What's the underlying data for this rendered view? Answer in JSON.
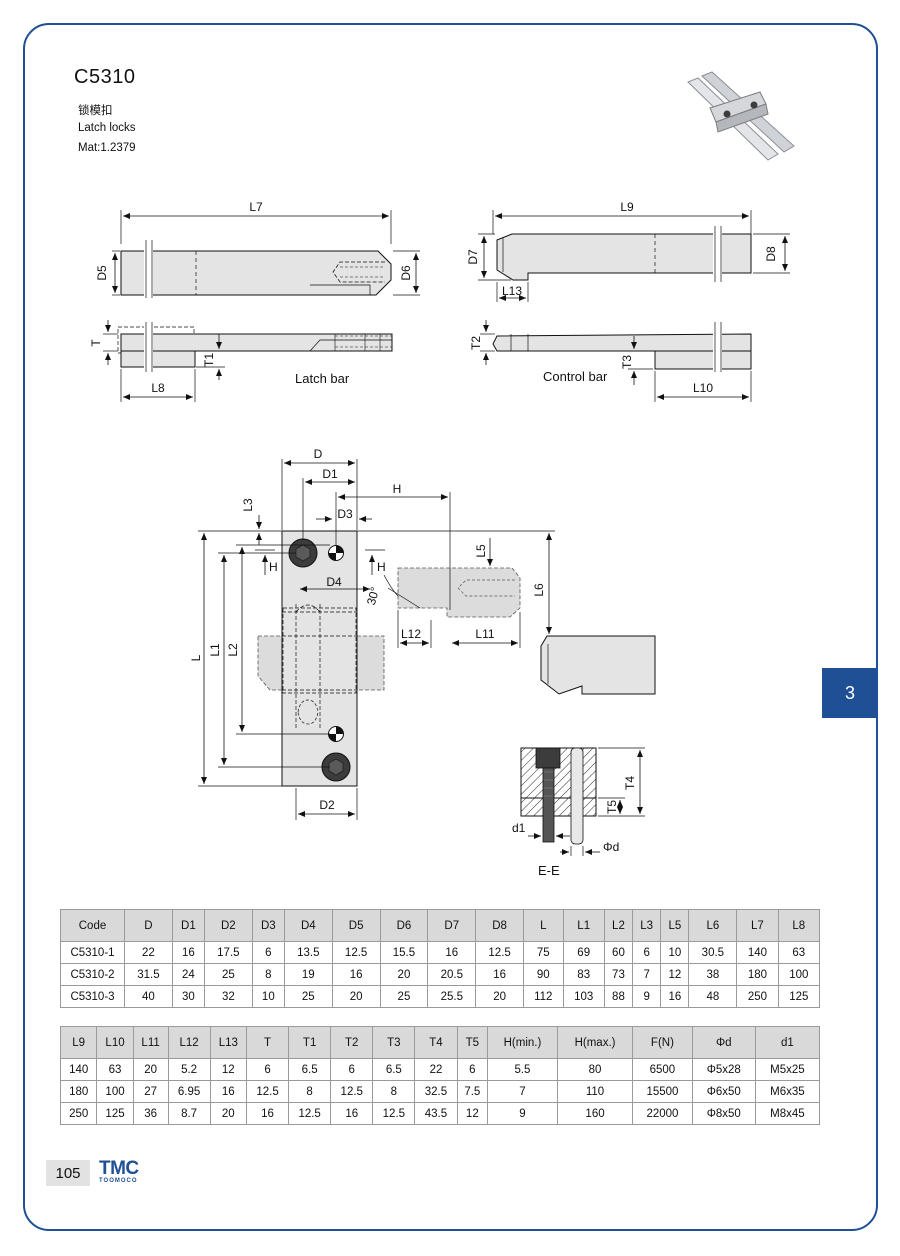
{
  "header": {
    "code": "C5310",
    "name_cn": "锁模扣",
    "name_en": "Latch locks",
    "material": "Mat:1.2379"
  },
  "section_tab": "3",
  "drawing": {
    "labels": {
      "L7": "L7",
      "L9": "L9",
      "D5": "D5",
      "D6": "D6",
      "D7": "D7",
      "D8": "D8",
      "L13": "L13",
      "T": "T",
      "T1": "T1",
      "T2": "T2",
      "T3": "T3",
      "L8": "L8",
      "L10": "L10",
      "latch_bar": "Latch bar",
      "control_bar": "Control bar",
      "D": "D",
      "D1": "D1",
      "D3": "D3",
      "H": "H",
      "L3": "L3",
      "H_left": "H",
      "H_right": "H",
      "D4": "D4",
      "L5": "L5",
      "L6": "L6",
      "angle": "30°",
      "L12": "L12",
      "L11": "L11",
      "L": "L",
      "L1": "L1",
      "L2": "L2",
      "D2": "D2",
      "T4": "T4",
      "T5": "T5",
      "d1": "d1",
      "phid": "Φd",
      "section": "E-E"
    }
  },
  "table1": {
    "headers": [
      "Code",
      "D",
      "D1",
      "D2",
      "D3",
      "D4",
      "D5",
      "D6",
      "D7",
      "D8",
      "L",
      "L1",
      "L2",
      "L3",
      "L5",
      "L6",
      "L7",
      "L8"
    ],
    "rows": [
      [
        "C5310-1",
        "22",
        "16",
        "17.5",
        "6",
        "13.5",
        "12.5",
        "15.5",
        "16",
        "12.5",
        "75",
        "69",
        "60",
        "6",
        "10",
        "30.5",
        "140",
        "63"
      ],
      [
        "C5310-2",
        "31.5",
        "24",
        "25",
        "8",
        "19",
        "16",
        "20",
        "20.5",
        "16",
        "90",
        "83",
        "73",
        "7",
        "12",
        "38",
        "180",
        "100"
      ],
      [
        "C5310-3",
        "40",
        "30",
        "32",
        "10",
        "25",
        "20",
        "25",
        "25.5",
        "20",
        "112",
        "103",
        "88",
        "9",
        "16",
        "48",
        "250",
        "125"
      ]
    ]
  },
  "table2": {
    "headers": [
      "L9",
      "L10",
      "L11",
      "L12",
      "L13",
      "T",
      "T1",
      "T2",
      "T3",
      "T4",
      "T5",
      "H(min.)",
      "H(max.)",
      "F(N)",
      "Φd",
      "d1"
    ],
    "rows": [
      [
        "140",
        "63",
        "20",
        "5.2",
        "12",
        "6",
        "6.5",
        "6",
        "6.5",
        "22",
        "6",
        "5.5",
        "80",
        "6500",
        "Φ5x28",
        "M5x25"
      ],
      [
        "180",
        "100",
        "27",
        "6.95",
        "16",
        "12.5",
        "8",
        "12.5",
        "8",
        "32.5",
        "7.5",
        "7",
        "110",
        "15500",
        "Φ6x50",
        "M6x35"
      ],
      [
        "250",
        "125",
        "36",
        "8.7",
        "20",
        "16",
        "12.5",
        "16",
        "12.5",
        "43.5",
        "12",
        "9",
        "160",
        "22000",
        "Φ8x50",
        "M8x45"
      ]
    ]
  },
  "footer": {
    "page_number": "105",
    "logo_main": "TMC",
    "logo_sub": "TOOMOCO"
  }
}
